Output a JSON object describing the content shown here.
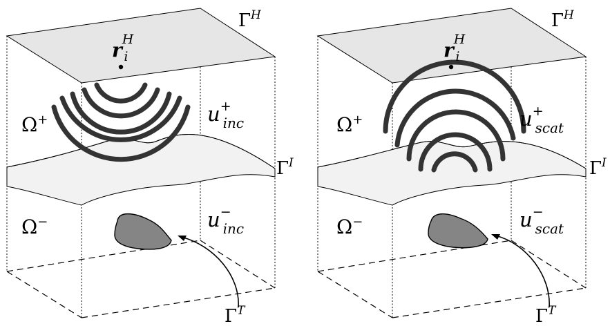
{
  "panels": [
    {
      "id": "incident",
      "labels": {
        "gamma_h": "Γ",
        "gamma_h_sup": "H",
        "r": "r",
        "r_sup": "H",
        "r_sub": "i",
        "omega_plus": "Ω",
        "omega_plus_sup": "+",
        "omega_minus": "Ω",
        "omega_minus_sup": "−",
        "u_plus": "u",
        "u_plus_sup": "+",
        "u_plus_sub": "inc",
        "u_minus": "u",
        "u_minus_sup": "−",
        "u_minus_sub": "inc",
        "gamma_i": "Γ",
        "gamma_i_sup": "I",
        "gamma_t": "Γ",
        "gamma_t_sup": "T"
      }
    },
    {
      "id": "scattered",
      "labels": {
        "gamma_h": "Γ",
        "gamma_h_sup": "H",
        "r": "r",
        "r_sup": "H",
        "r_sub": "i",
        "omega_plus": "Ω",
        "omega_plus_sup": "+",
        "omega_minus": "Ω",
        "omega_minus_sup": "−",
        "u_plus": "u",
        "u_plus_sup": "+",
        "u_plus_sub": "scat",
        "u_minus": "u",
        "u_minus_sup": "−",
        "u_minus_sub": "scat",
        "gamma_i": "Γ",
        "gamma_i_sup": "I",
        "gamma_t": "Γ",
        "gamma_t_sup": "T"
      }
    }
  ]
}
